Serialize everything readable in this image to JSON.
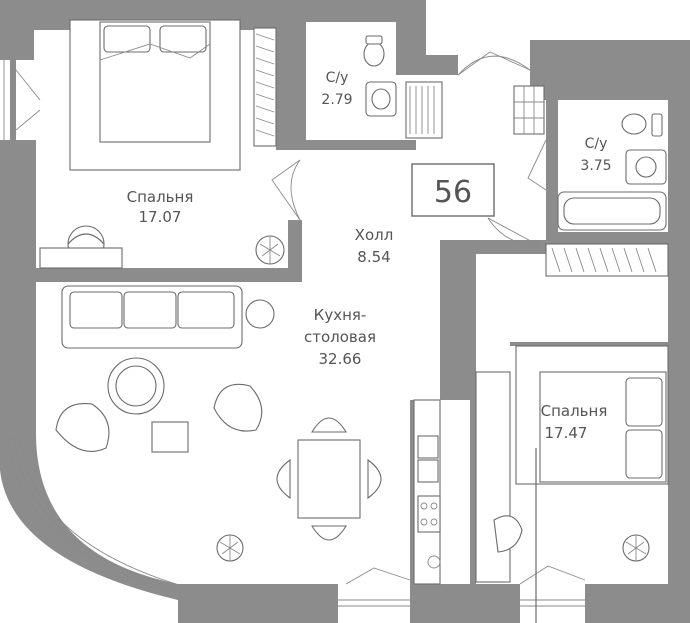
{
  "apartment_number": "56",
  "rooms": [
    {
      "id": "bedroom-1",
      "name": "Спальня",
      "area": "17.07"
    },
    {
      "id": "bathroom-1",
      "name": "С/у",
      "area": "2.79"
    },
    {
      "id": "hall",
      "name": "Холл",
      "area": "8.54"
    },
    {
      "id": "kitchen",
      "name_line1": "Кухня-",
      "name_line2": "столовая",
      "area": "32.66"
    },
    {
      "id": "bathroom-2",
      "name": "С/у",
      "area": "3.75"
    },
    {
      "id": "bedroom-2",
      "name": "Спальня",
      "area": "17.47"
    }
  ],
  "colors": {
    "wall": "#8c8c8c",
    "line": "#6b6b6b",
    "text": "#555555"
  }
}
